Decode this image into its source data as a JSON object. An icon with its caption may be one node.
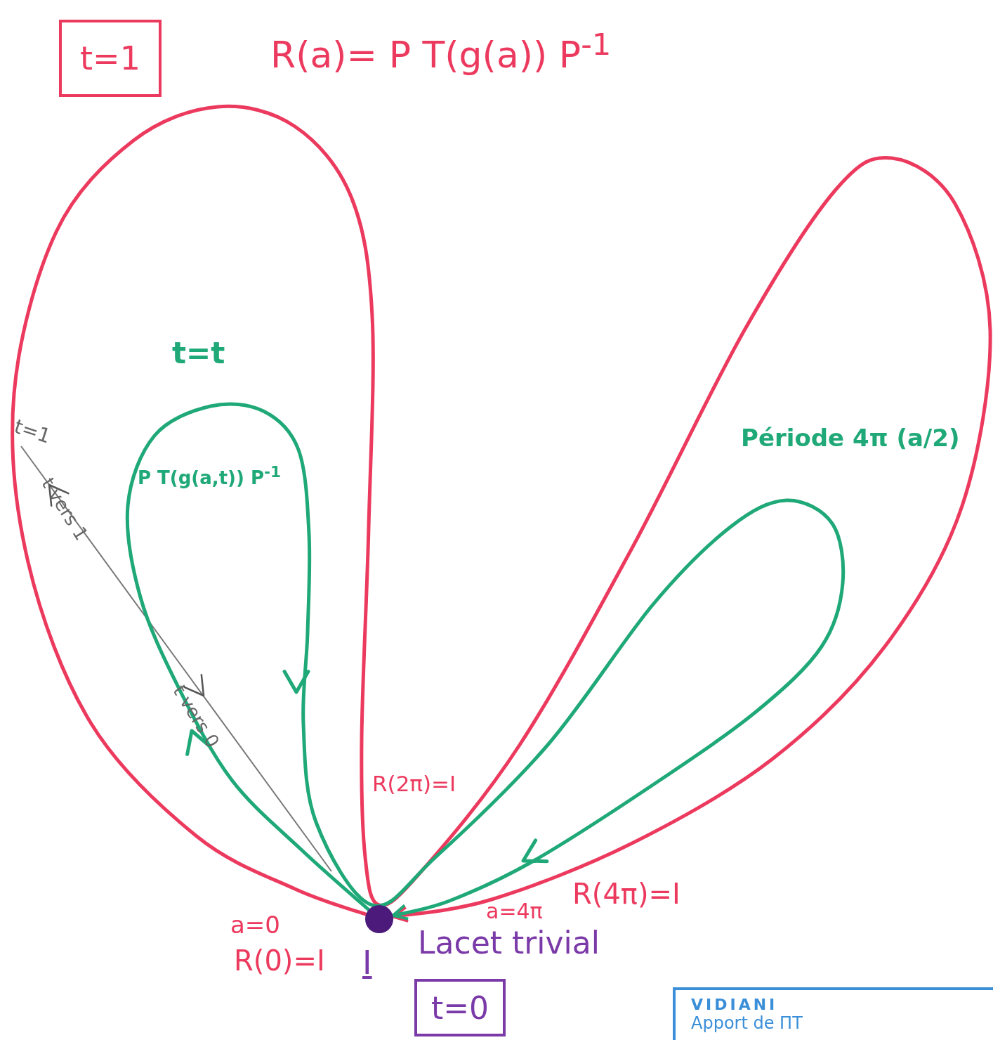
{
  "diagram": {
    "title": "R(a)= P T(g(a)) P$^{-1}$",
    "nodes": [
      {
        "text": [
          "t=1"
        ]
      },
      {
        "text": [],
        "shape": "circle",
        "beside": [
          "I"
        ]
      },
      {
        "text": [
          "t=0"
        ]
      },
      {
        "text": [
          "VIDIANI",
          "Apport de ΠT"
        ]
      }
    ],
    "edges": [
      {
        "from": 1,
        "to": 1,
        "arrow": "to",
        "color": "#ec3a5e"
      },
      {
        "from": 1,
        "to": 1,
        "arrow": "to",
        "color": "#1fa878"
      }
    ],
    "labels": [
      "t=t",
      "P T(g(a,t)) P$^{-1}$",
      "t=1",
      "t vers 1",
      "Période 4π (a/2)",
      "t vers 0",
      "R(2π)=I",
      "a=4π",
      "R(4π)=I",
      "a=0",
      "Lacet trivial",
      "R(0)=I"
    ]
  }
}
